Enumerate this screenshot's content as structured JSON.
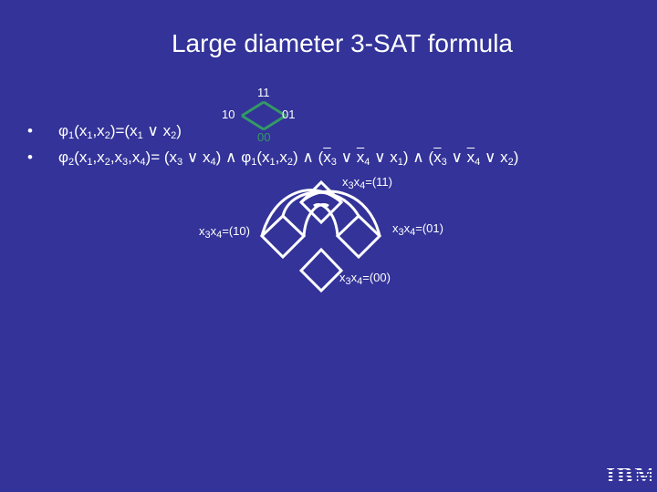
{
  "title": "Large diameter 3-SAT formula",
  "cube_labels": {
    "top": "11",
    "left": "10",
    "right": "01",
    "bottom": "00"
  },
  "bullets": [
    {
      "bullet": "•",
      "phi": "φ",
      "sub": "1",
      "args_open": "(x",
      "a1": "1",
      "sep1": ",x",
      "a2": "2",
      "eq": ")=(x",
      "b1": "1",
      "or": " ∨ x",
      "b2": "2",
      "close": ")"
    }
  ],
  "line2": {
    "bullet": "•",
    "phi": "φ",
    "sub": "2",
    "p1": "(x",
    "s1": "1",
    "p2": ",x",
    "s2": "2",
    "p3": ",x",
    "s3": "3",
    "p4": ",x",
    "s4": "4",
    "p5": ")=  (x",
    "s5": "3",
    "p6": " ∨ x",
    "s6": "4",
    "p7": ") ∧ φ",
    "s7": "1",
    "p8": "(x",
    "s8": "1",
    "p9": ",x",
    "s9": "2",
    "p10": ") ∧ (",
    "x3a": "x",
    "s10": "3",
    "p11": " ∨ ",
    "x4a": "x",
    "s11": "4",
    "p12": " ∨ x",
    "s12": "1",
    "p13": ") ∧ (",
    "x3b": "x",
    "s13": "3",
    "p14": " ∨ ",
    "x4b": "x",
    "s14": "4",
    "p15": " ∨ x",
    "s15": "2",
    "p16": ")"
  },
  "graph_labels": {
    "top": {
      "x": "x",
      "s1": "3",
      "y": "x",
      "s2": "4",
      "v": "=(11)"
    },
    "left": {
      "x": "x",
      "s1": "3",
      "y": "x",
      "s2": "4",
      "v": "=(10)"
    },
    "right": {
      "x": "x",
      "s1": "3",
      "y": "x",
      "s2": "4",
      "v": "=(01)"
    },
    "bottom": {
      "x": "x",
      "s1": "3",
      "y": "x",
      "s2": "4",
      "v": "=(00)"
    }
  },
  "logo": "IBM",
  "colors": {
    "background": "#333399",
    "text": "#ffffff",
    "accent": "#339966"
  }
}
